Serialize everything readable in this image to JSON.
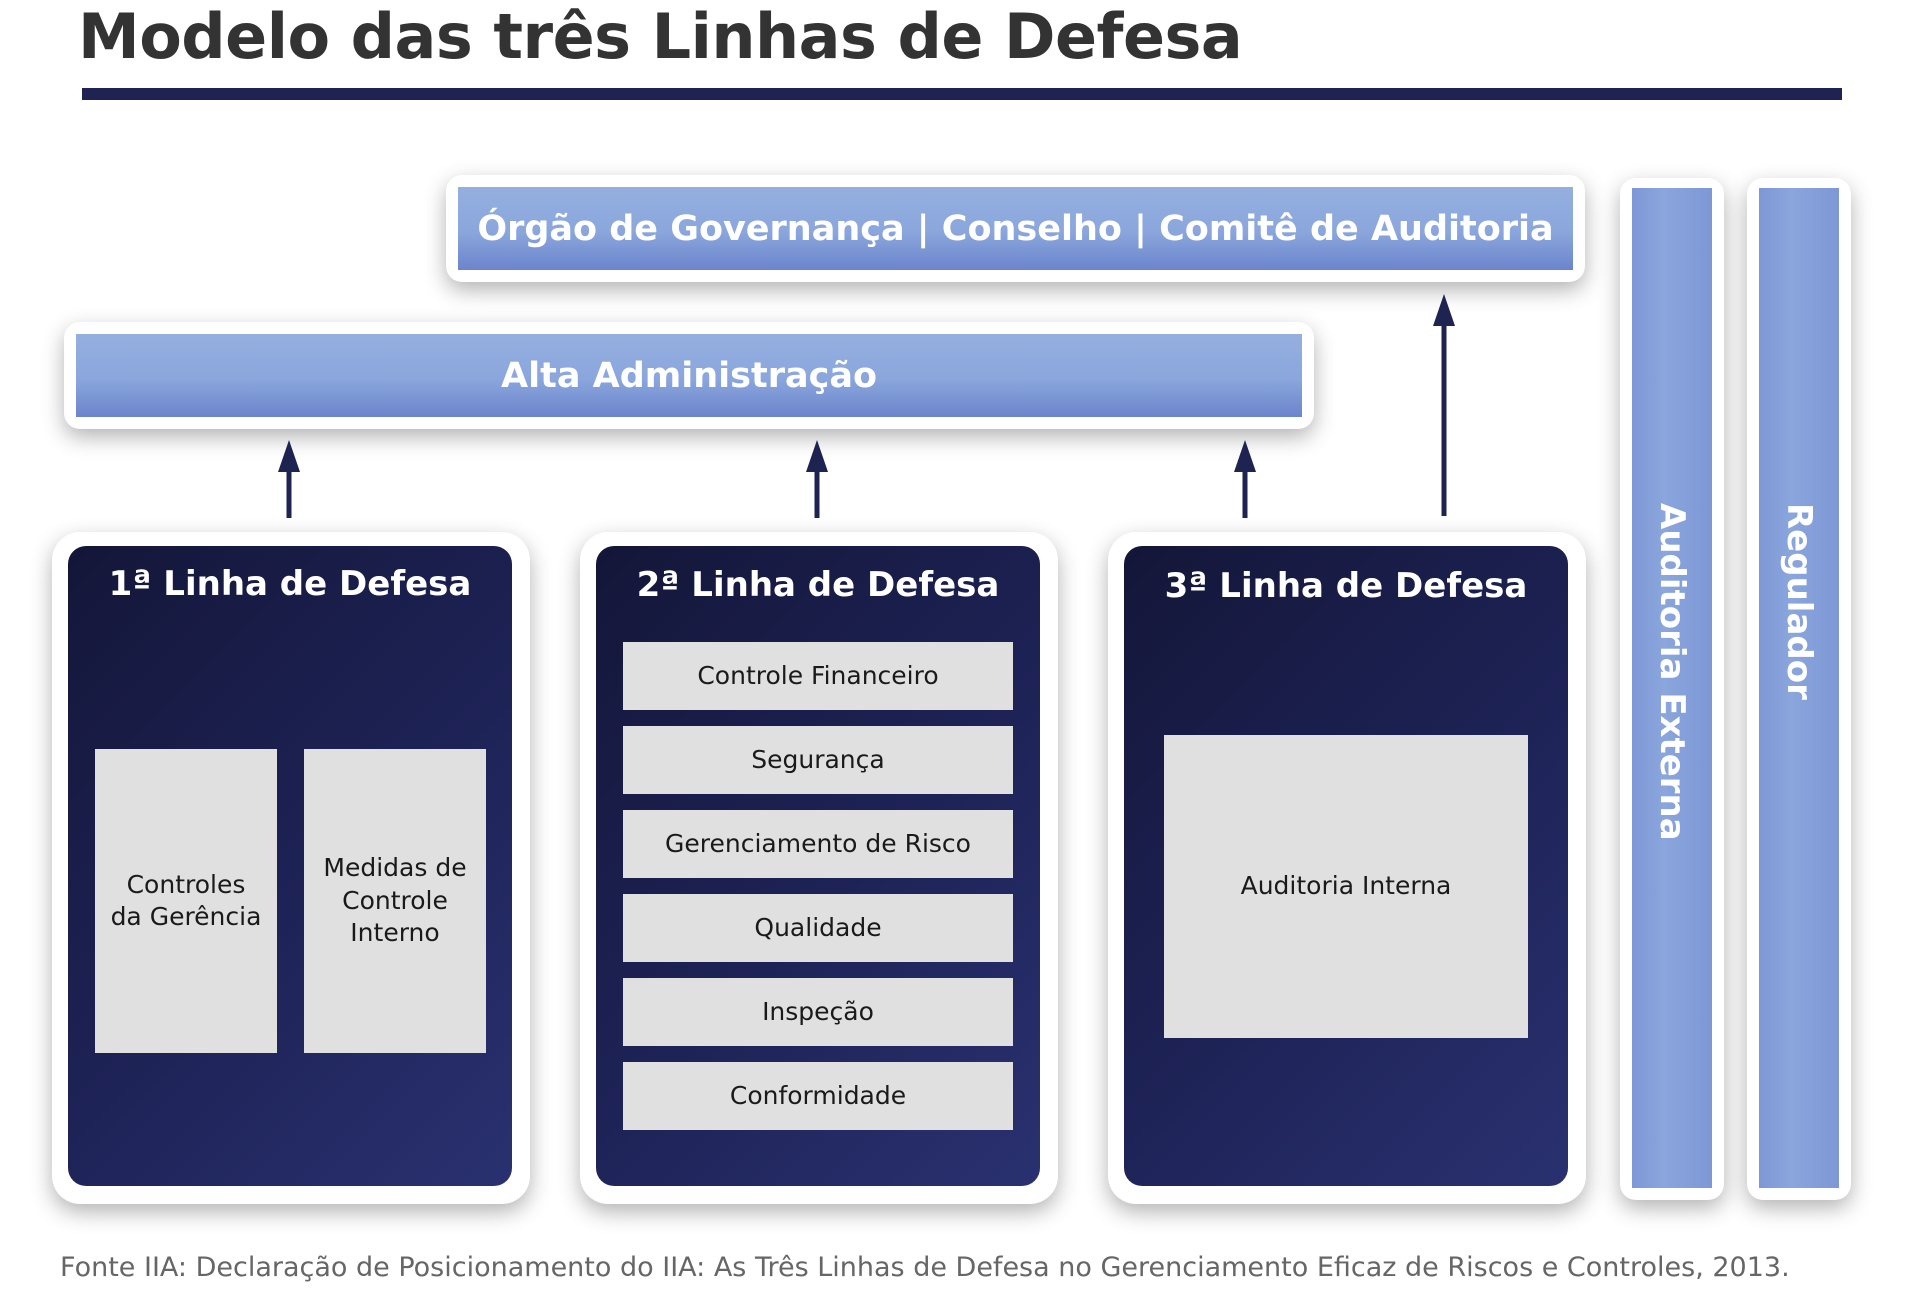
{
  "title": "Modelo das três Linhas de Defesa",
  "governance_bar": "Órgão de Governança | Conselho | Comitê de Auditoria",
  "alta_bar": "Alta Administração",
  "external_audit": "Auditoria Externa",
  "regulator": "Regulador",
  "line1": {
    "title": "1ª Linha de Defesa",
    "items": [
      "Controles\nda Gerência",
      "Medidas de\nControle\nInterno"
    ]
  },
  "line2": {
    "title": "2ª Linha de Defesa",
    "items": [
      "Controle Financeiro",
      "Segurança",
      "Gerenciamento de Risco",
      "Qualidade",
      "Inspeção",
      "Conformidade"
    ]
  },
  "line3": {
    "title": "3ª Linha de Defesa",
    "items": [
      "Auditoria Interna"
    ]
  },
  "source": "Fonte IIA: Declaração de Posicionamento do IIA: As Três Linhas de Defesa no Gerenciamento Eficaz de Riscos e Controles, 2013.",
  "colors": {
    "navy": "#1e2351",
    "bar_blue": "#8aa6dc",
    "item_gray": "#e0e0e0"
  }
}
